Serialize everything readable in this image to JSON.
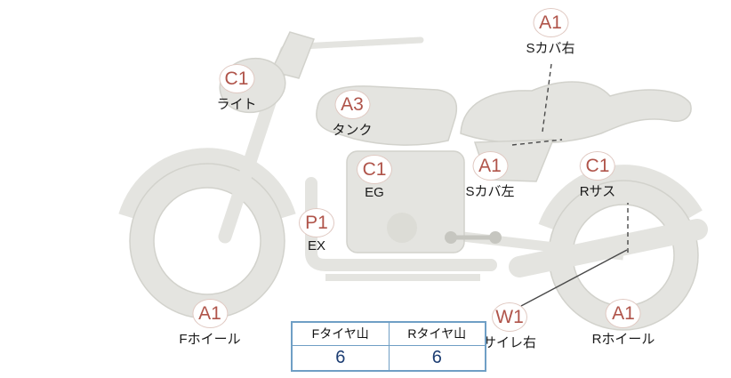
{
  "diagram": {
    "markers": [
      {
        "name": "headlight",
        "grade": "C1",
        "part": "ライト"
      },
      {
        "name": "tank",
        "grade": "A3",
        "part": "タンク"
      },
      {
        "name": "side-cover-right",
        "grade": "A1",
        "part": "Sカバ右"
      },
      {
        "name": "engine",
        "grade": "C1",
        "part": "EG"
      },
      {
        "name": "side-cover-left",
        "grade": "A1",
        "part": "Sカバ左"
      },
      {
        "name": "rear-suspension",
        "grade": "C1",
        "part": "Rサス"
      },
      {
        "name": "exhaust",
        "grade": "P1",
        "part": "EX"
      },
      {
        "name": "front-wheel",
        "grade": "A1",
        "part": "Fホイール"
      },
      {
        "name": "silencer-right",
        "grade": "W1",
        "part": "サイレ右"
      },
      {
        "name": "rear-wheel",
        "grade": "A1",
        "part": "Rホイール"
      }
    ]
  },
  "tire_table": {
    "headers": [
      "Fタイヤ山",
      "Rタイヤ山"
    ],
    "values": [
      "6",
      "6"
    ]
  },
  "colors": {
    "grade_text": "#b0544a",
    "badge_border": "#e0c9c2",
    "part_text": "#1a1a1a",
    "table_border": "#6f9fc5",
    "tread_value": "#1c3d72",
    "bike_fill": "#e4e4e0",
    "bike_stroke": "#d2d2cc"
  }
}
